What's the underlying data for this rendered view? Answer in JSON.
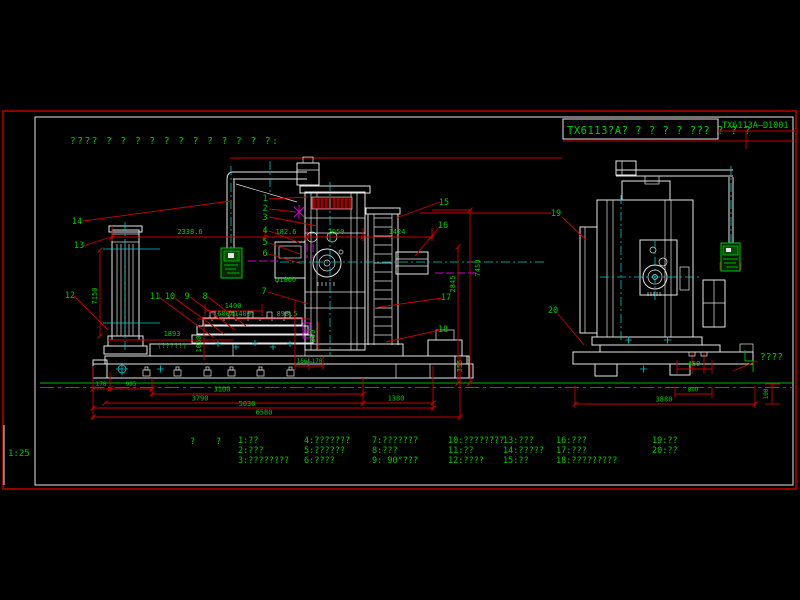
{
  "drawing": {
    "header_note": "???? ? ? ? ? ? ? ? ? ? ? ? ?:",
    "scale": "1:25",
    "title_block": {
      "title": "TX6113?A? ? ? ? ? ??? ? ? ?",
      "doc_number": "TX6113A—D1001"
    },
    "leaders": [
      "1",
      "2",
      "3",
      "4",
      "5",
      "6",
      "7",
      "8",
      "9",
      "10",
      "11",
      "12",
      "13",
      "14",
      "15",
      "16",
      "17",
      "18",
      "19",
      "20"
    ],
    "front_view": {
      "dims": {
        "span1": "2338.6",
        "span2": "182.6",
        "span3": "2050",
        "span4": "1424",
        "phi": "φ1000",
        "col_h": "7150",
        "base_w": "1893",
        "base_w_note": "(?????)",
        "table_w": "1400",
        "table_size": "1600X1400",
        "table_ext": "898.5",
        "v1050": "1050",
        "v350": "350",
        "s166": "166",
        "s170": "170",
        "v2845": "2845",
        "v7450": "7450",
        "v355": "355",
        "b170": "170",
        "b995": "995",
        "b3100": "3100",
        "b3790": "3790",
        "b1380": "1380",
        "b5030": "5030",
        "b6580": "6580"
      }
    },
    "side_view": {
      "dims": {
        "d450": "450",
        "d800": "800",
        "d3880": "3880",
        "v100": "100",
        "floor_note": "????"
      }
    },
    "legend": {
      "marks": [
        "?",
        "?"
      ],
      "items": [
        "1:??",
        "2:???",
        "3:????????",
        "4:???????",
        "5:??????",
        "6:????",
        "7:???????",
        "8:???",
        "9: 90°???",
        "10:????????",
        "11:??",
        "12:????",
        "13:???",
        "14:?????",
        "15:??",
        "16:???",
        "17:???",
        "18:?????????",
        "19:??",
        "20:??"
      ]
    },
    "colors": {
      "background": "#000000",
      "geometry": "#e6e6e6",
      "dimension": "#c80000",
      "text": "#00c800",
      "centerline": "#00c8c8",
      "phantom": "#cc00cc"
    }
  }
}
